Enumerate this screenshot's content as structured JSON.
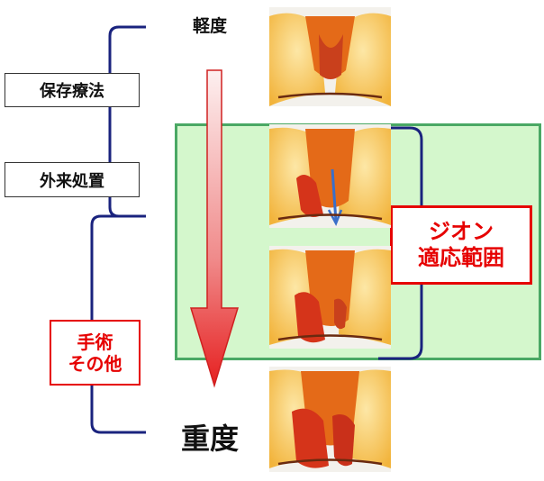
{
  "severity": {
    "mild": "軽度",
    "severe": "重度"
  },
  "treatments": {
    "conservative": "保存療法",
    "outpatient": "外来処置",
    "surgery_line1": "手術",
    "surgery_line2": "その他"
  },
  "zion_range": {
    "line1": "ジオン",
    "line2": "適応範囲"
  },
  "colors": {
    "zion_panel_fill": "#d4f7cc",
    "zion_panel_border": "#4aa864",
    "bracket": "#1a237e",
    "highlight_red": "#e60000",
    "arrow_top": "#fbe4e4",
    "arrow_bottom": "#e62020"
  },
  "illustrations": [
    {
      "stage": "grade-1"
    },
    {
      "stage": "grade-2"
    },
    {
      "stage": "grade-3"
    },
    {
      "stage": "grade-4"
    }
  ]
}
